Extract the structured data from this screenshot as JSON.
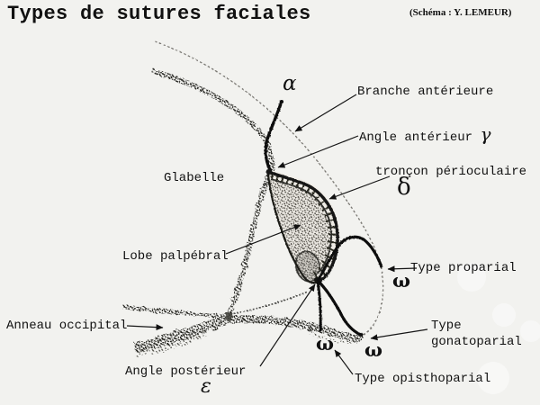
{
  "title": "Types de sutures faciales",
  "credit": "(Schéma : Y. LEMEUR)",
  "labels": {
    "alpha": "α",
    "branche_anterieure": "Branche antérieure",
    "angle_anterieur": "Angle antérieur",
    "gamma": "γ",
    "glabelle": "Glabelle",
    "troncon_perioculaire": "tronçon périoculaire",
    "delta": "δ",
    "lobe_palpebral": "Lobe palpébral",
    "type_proparial": "Type proparial",
    "omega_proparial": "ω",
    "anneau_occipital": "Anneau occipital",
    "type_gonatoparial_line1": "Type",
    "type_gonatoparial_line2": "gonatoparial",
    "omega_gonatoparial": "ω",
    "omega_opisthoparial": "ω",
    "angle_posterieur": "Angle postérieur",
    "epsilon": "ε",
    "type_opisthoparial": "Type opisthoparial"
  },
  "colors": {
    "background": "#f2f2ef",
    "ink": "#111111",
    "sketch": "#3c3c3c"
  }
}
